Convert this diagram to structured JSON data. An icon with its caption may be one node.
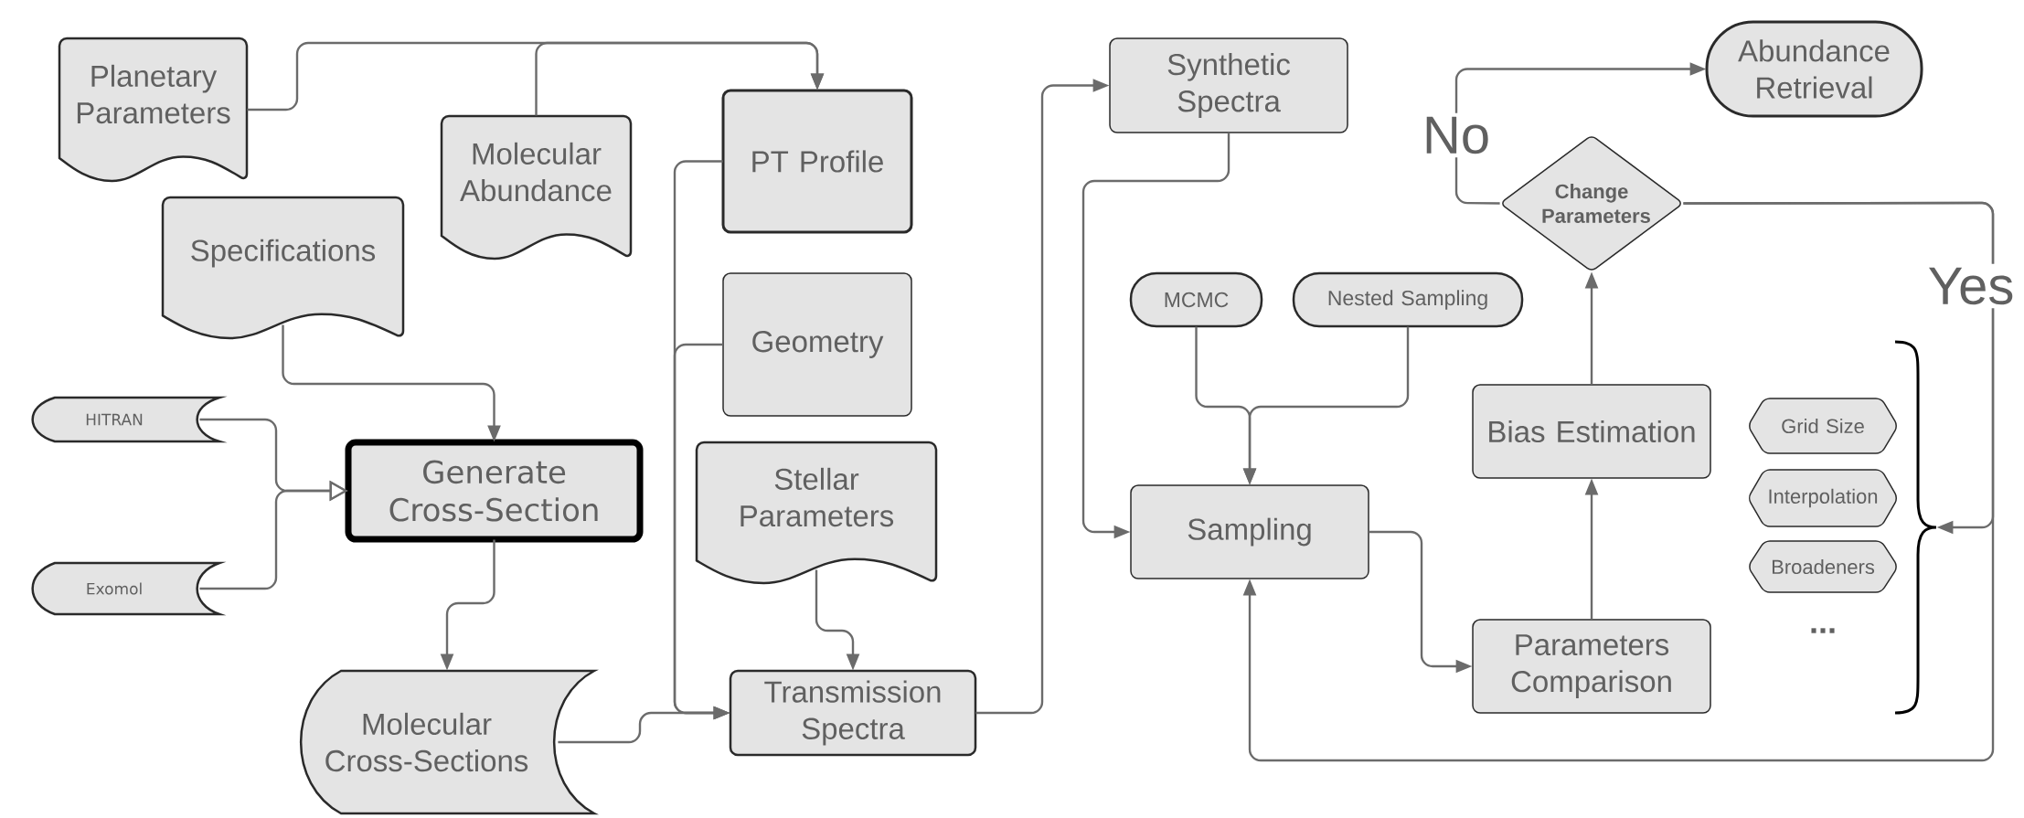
{
  "diagram": {
    "nodes": [
      {
        "text": [
          "Planetary Parameters"
        ]
      },
      {
        "text": [
          "Molecular Abundance"
        ]
      },
      {
        "text": [
          "PT Profile"
        ]
      },
      {
        "text": [
          "Specifications"
        ]
      },
      {
        "text": [
          "Geometry"
        ]
      },
      {
        "text": [
          "HITRAN"
        ]
      },
      {
        "text": [
          "Generate Cross-Section"
        ]
      },
      {
        "text": [
          "Stellar Parameters"
        ]
      },
      {
        "text": [
          "Exomol"
        ]
      },
      {
        "text": [
          "Molecular Cross-Sections"
        ]
      },
      {
        "text": [
          "Transmission Spectra"
        ]
      },
      {
        "text": [
          "Synthetic Spectra"
        ]
      },
      {
        "text": [
          "Abundance Retrieval"
        ]
      },
      {
        "text": [
          "Change Parameters"
        ]
      },
      {
        "text": [
          "MCMC"
        ]
      },
      {
        "text": [
          "Nested Sampling"
        ]
      },
      {
        "text": [
          "Bias Estimation"
        ]
      },
      {
        "text": [
          "Grid Size"
        ]
      },
      {
        "text": [
          "Sampling"
        ]
      },
      {
        "text": [
          "Interpolation"
        ]
      },
      {
        "text": [
          "Broadeners"
        ]
      },
      {
        "text": [
          "Parameters Comparison"
        ]
      },
      {
        "text": [],
        "shape": "brace"
      }
    ],
    "edges": [
      {
        "from": 0,
        "to": 2,
        "arrow": "to"
      },
      {
        "from": 1,
        "to": 2,
        "arrow": "to"
      },
      {
        "from": 3,
        "to": 6,
        "arrow": "to"
      },
      {
        "from": 5,
        "to": 6,
        "arrow": "to"
      },
      {
        "from": 8,
        "to": 6,
        "arrow": "to"
      },
      {
        "from": 6,
        "to": 9,
        "arrow": "to"
      },
      {
        "from": 9,
        "to": 10,
        "arrow": "to"
      },
      {
        "from": 2,
        "to": 10,
        "arrow": "to"
      },
      {
        "from": 4,
        "to": 10,
        "arrow": "to"
      },
      {
        "from": 7,
        "to": 10,
        "arrow": "to"
      },
      {
        "from": 10,
        "to": 11,
        "arrow": "to"
      },
      {
        "from": 11,
        "to": 18,
        "arrow": "to"
      },
      {
        "from": 14,
        "to": 18,
        "arrow": "to"
      },
      {
        "from": 15,
        "to": 18,
        "arrow": "to"
      },
      {
        "from": 18,
        "to": 21,
        "arrow": "to"
      },
      {
        "from": 21,
        "to": 16,
        "arrow": "to"
      },
      {
        "from": 16,
        "to": 13,
        "arrow": "to"
      },
      {
        "from": 13,
        "to": 12,
        "arrow": "to",
        "label": "No"
      },
      {
        "from": 13,
        "to": 18,
        "arrow": "to",
        "label": "Yes"
      },
      {
        "from": 13,
        "to": 22,
        "arrow": "to"
      }
    ],
    "labels": [
      "..."
    ]
  }
}
